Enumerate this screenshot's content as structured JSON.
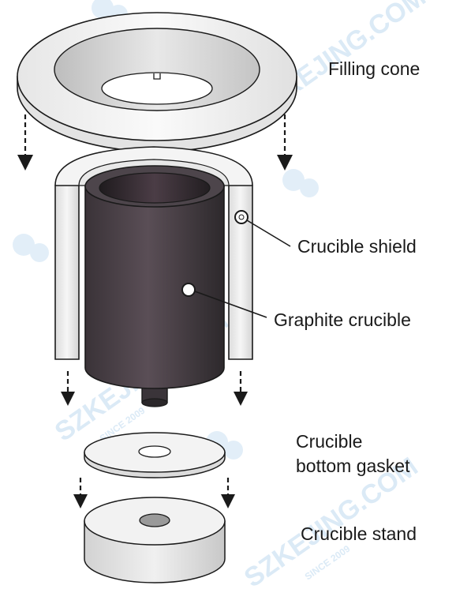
{
  "labels": {
    "filling_cone": "Filling cone",
    "crucible_shield": "Crucible shield",
    "graphite_crucible": "Graphite crucible",
    "gasket_line1": "Crucible",
    "gasket_line2": "bottom gasket",
    "crucible_stand": "Crucible stand"
  },
  "watermark": {
    "text": "SZKEJING.COM",
    "since": "SINCE 2009"
  },
  "colors": {
    "outline": "#1a1a1a",
    "part_light": "#f2f2f2",
    "part_shade": "#d6d6d6",
    "graphite_dark": "#2e2a2e",
    "graphite_mid": "#4a4348",
    "watermark": "#cfe3f4"
  }
}
